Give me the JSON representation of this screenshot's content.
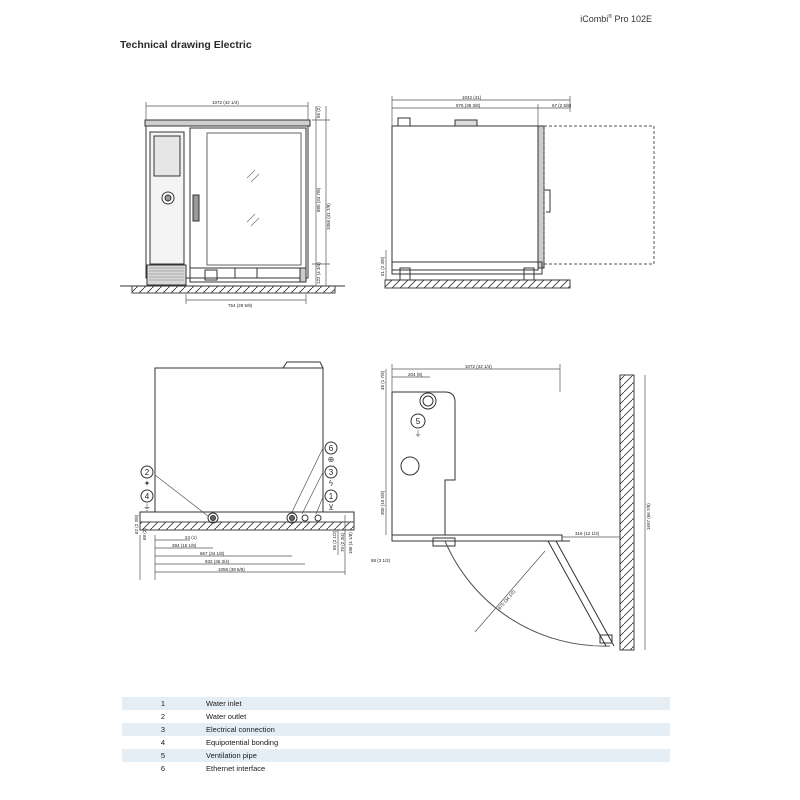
{
  "header": {
    "product_name": "iCombi",
    "product_mark": "®",
    "product_model": "Pro 102E",
    "title": "Technical drawing Electric"
  },
  "front_view": {
    "dim_width_top": "1072 (42 1/4)",
    "dim_width_bottom": "754 (29 5/8)",
    "dim_top": "56 (2)",
    "dim_body": "880 (34 7/8)",
    "dim_total_height": "1056 (41 7/8)",
    "dim_feet": "122 (4 3/4)"
  },
  "side_view": {
    "dim_total": "1042 (41)",
    "dim_body": "975 (38 3/8)",
    "dim_rear": "67 (2 5/8)",
    "dim_foot": "61 (2 3/8)"
  },
  "bottom_view": {
    "dim_left_height": "62 (2 3/8)",
    "dim_left_inner": "68 (2)",
    "dim_a": "24 (1)",
    "dim_b": "384 (15 1/8)",
    "dim_c": "867 (34 1/8)",
    "dim_d": "932 (36 3/4)",
    "dim_e": "1058 (39 5/8)",
    "dim_r1": "65 (2 1/2)",
    "dim_r2": "70 (2 3/4)",
    "dim_r3": "106 (4 1/8)",
    "markers": [
      "2",
      "4",
      "6",
      "3",
      "1"
    ]
  },
  "top_view": {
    "dim_top": "1072 (42 1/4)",
    "dim_offset": "204 (8)",
    "dim_left_top": "48 (1 7/8)",
    "dim_left_mid": "300 (10 5/8)",
    "dim_left_bottom": "88 (3 1/2)",
    "dim_door": "316 (12 1/2)",
    "dim_radius": "875 (34 1/2)",
    "dim_right": "1697 (66 7/8)",
    "marker": "5"
  },
  "legend": [
    {
      "num": "1",
      "text": "Water inlet"
    },
    {
      "num": "2",
      "text": "Water outlet"
    },
    {
      "num": "3",
      "text": "Electrical connection"
    },
    {
      "num": "4",
      "text": "Equipotential bonding"
    },
    {
      "num": "5",
      "text": "Ventilation pipe"
    },
    {
      "num": "6",
      "text": "Ethernet interface"
    }
  ]
}
